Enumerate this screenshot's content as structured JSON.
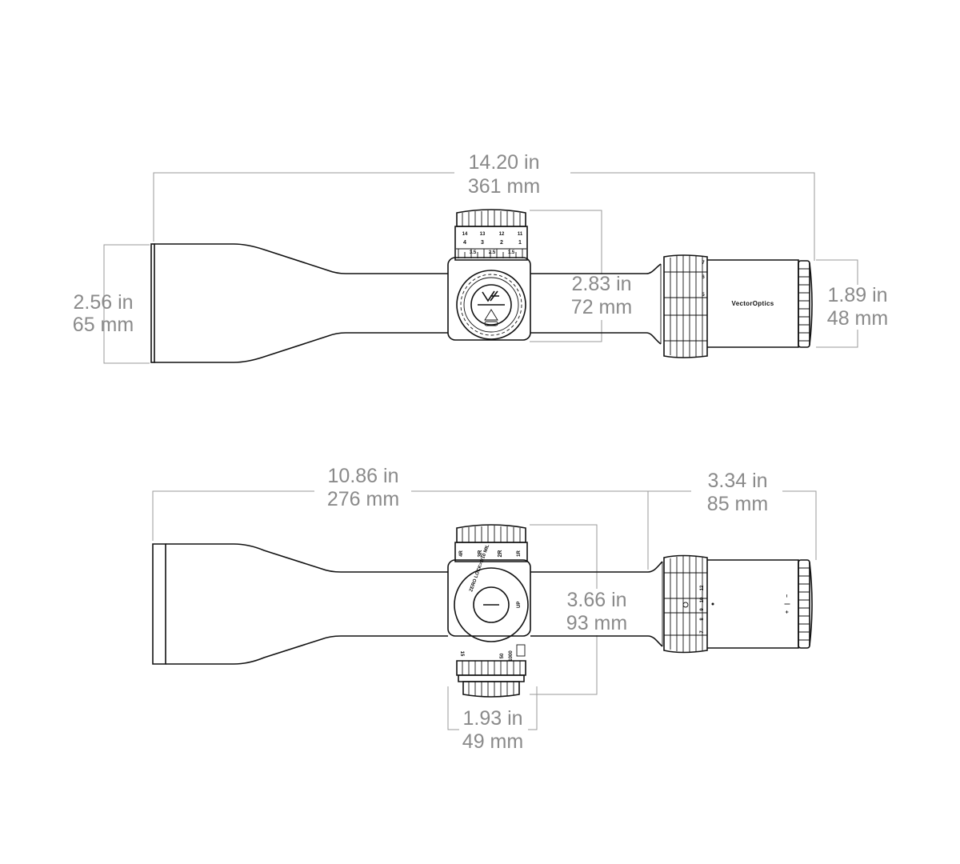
{
  "top_view": {
    "length": {
      "in": "14.20 in",
      "mm": "361 mm"
    },
    "objective_dia": {
      "in": "2.56 in",
      "mm": "65 mm"
    },
    "turret_height": {
      "in": "2.83 in",
      "mm": "72 mm"
    },
    "eyepiece_dia": {
      "in": "1.89 in",
      "mm": "48 mm"
    },
    "brand": "VectorOptics",
    "turret_scale_top": [
      "14",
      "13",
      "12",
      "11"
    ],
    "turret_scale_mid": [
      "4",
      "3",
      "2",
      "1"
    ],
    "turret_scale_low": [
      "3.5",
      "2.5",
      "1.5"
    ],
    "zoom_marks": [
      "7",
      "6",
      "5"
    ]
  },
  "side_view": {
    "body_length": {
      "in": "10.86 in",
      "mm": "276 mm"
    },
    "eyepiece_length": {
      "in": "3.34 in",
      "mm": "85 mm"
    },
    "turret_height": {
      "in": "3.66 in",
      "mm": "93 mm"
    },
    "turret_width": {
      "in": "1.93 in",
      "mm": "49 mm"
    },
    "turret_text": "ZERO LOCK=1/10 MIL",
    "turret_up": "UP",
    "windage_marks": [
      "4R",
      "3R",
      "2R",
      "1R"
    ],
    "parallax_marks": [
      "1000",
      "50",
      "15"
    ],
    "zoom_marks": [
      "12",
      "10",
      "9",
      "8",
      "7"
    ],
    "diopter_marks": [
      "+",
      "|",
      "−"
    ]
  }
}
